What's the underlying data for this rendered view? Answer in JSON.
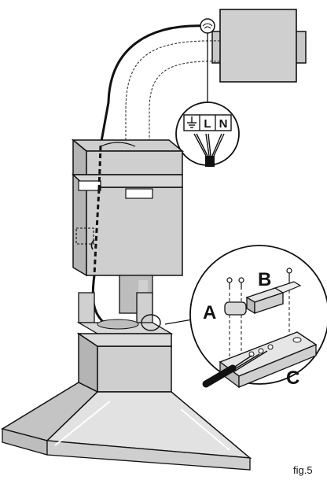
{
  "figure": {
    "caption": "fig.5",
    "labels": {
      "a": "A",
      "b": "B",
      "c": "C"
    },
    "terminals": {
      "live": "L",
      "neutral": "N"
    },
    "icons": {
      "ground": "ground-symbol-icon"
    },
    "colors": {
      "ink": "#111111",
      "body_gray": "#cfcfcf",
      "body_dark": "#b4b4b4",
      "pipe_gray": "#bdbdbd",
      "hood_light": "#e2e2e2"
    }
  }
}
